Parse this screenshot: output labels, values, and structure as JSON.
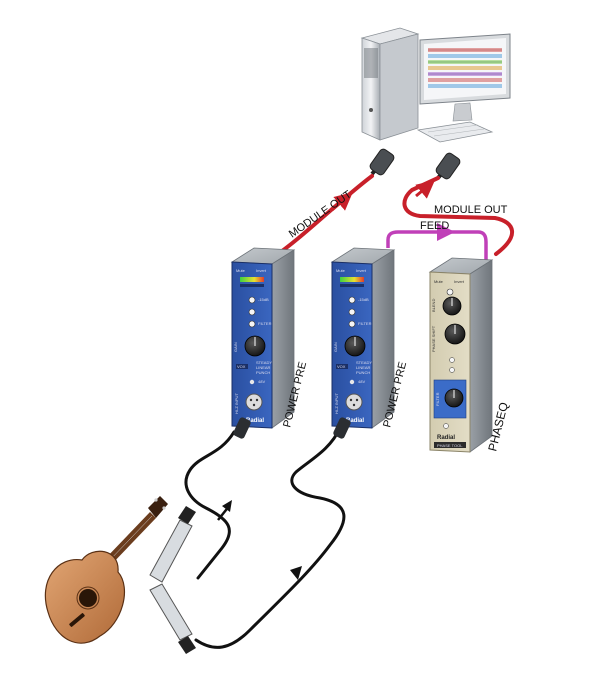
{
  "labels": {
    "module_out_left": "MODULE OUT",
    "module_out_right": "MODULE OUT",
    "feed": "FEED",
    "power_pre_1": "POWER PRE",
    "power_pre_2": "POWER PRE",
    "phaseq": "PHASEQ"
  },
  "module_text": {
    "brand": "Radial",
    "hi_z": "HI-Z INPUT",
    "gain": "GAIN",
    "voxbox": "VOX",
    "steady": "STEADY",
    "linear": "LINEAR",
    "punch": "PUNCH",
    "pad": "-15dB",
    "filter": "FILTER",
    "phantom": "48V",
    "mute": "Mute",
    "invert": "Invert",
    "blend": "BLEND",
    "phase_shift": "PHASE SHIFT",
    "filter_freq": "FILTER",
    "phaseq_badge": "PHASE TOOL"
  },
  "colors": {
    "cable_red": "#c8202a",
    "cable_magenta": "#c040b8",
    "cable_black": "#111111",
    "module_blue": "#2e5ab0",
    "module_beige": "#d9d2b8",
    "phaseq_blue": "#3b6cc8"
  },
  "icons": [
    "computer-icon",
    "xlr-connector-icon",
    "acoustic-guitar-icon",
    "arrow-icon"
  ]
}
